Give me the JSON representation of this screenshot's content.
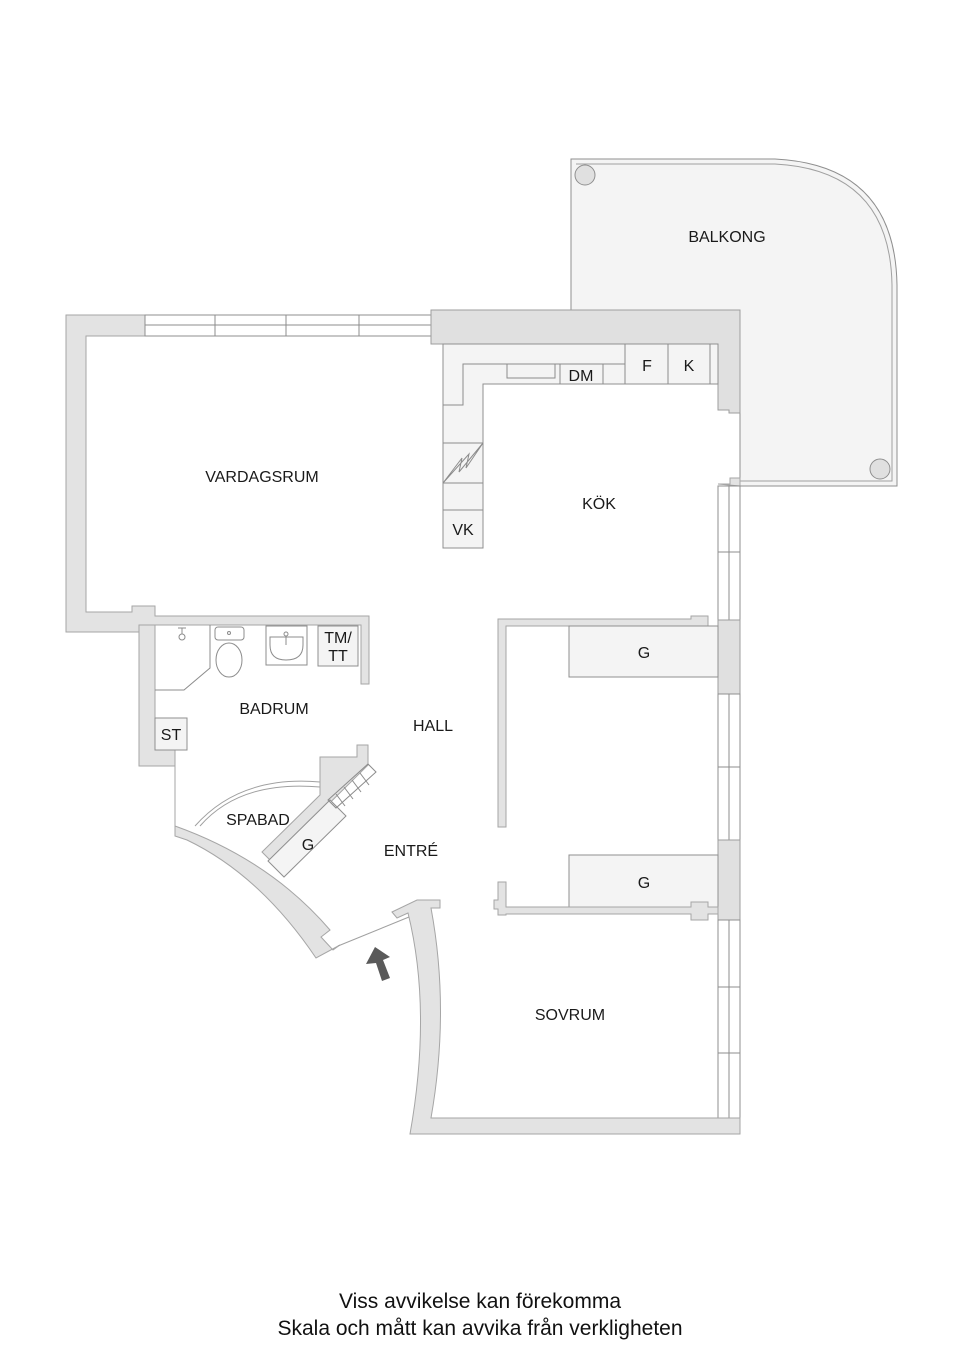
{
  "floorplan": {
    "rooms": {
      "balkong": "BALKONG",
      "vardagsrum": "VARDAGSRUM",
      "kok": "KÖK",
      "badrum": "BADRUM",
      "hall": "HALL",
      "entre": "ENTRÉ",
      "sovrum": "SOVRUM",
      "spabad": "SPABAD"
    },
    "fixtures": {
      "dm": "DM",
      "f": "F",
      "k": "K",
      "vk": "VK",
      "tm": "TM/",
      "tt": "TT",
      "st": "ST",
      "g_entre": "G",
      "g_upper": "G",
      "g_lower": "G"
    },
    "icons": [
      "entrance-arrow-icon",
      "stove-icon",
      "toilet-icon",
      "sink-icon",
      "shower-icon",
      "balcony-column-icon"
    ],
    "colors": {
      "wall": "#e3e3e3",
      "fixture": "#f4f4f4",
      "arrow": "#555555"
    }
  },
  "footer": {
    "line1": "Viss avvikelse kan förekomma",
    "line2": "Skala och mått kan avvika från verkligheten"
  }
}
